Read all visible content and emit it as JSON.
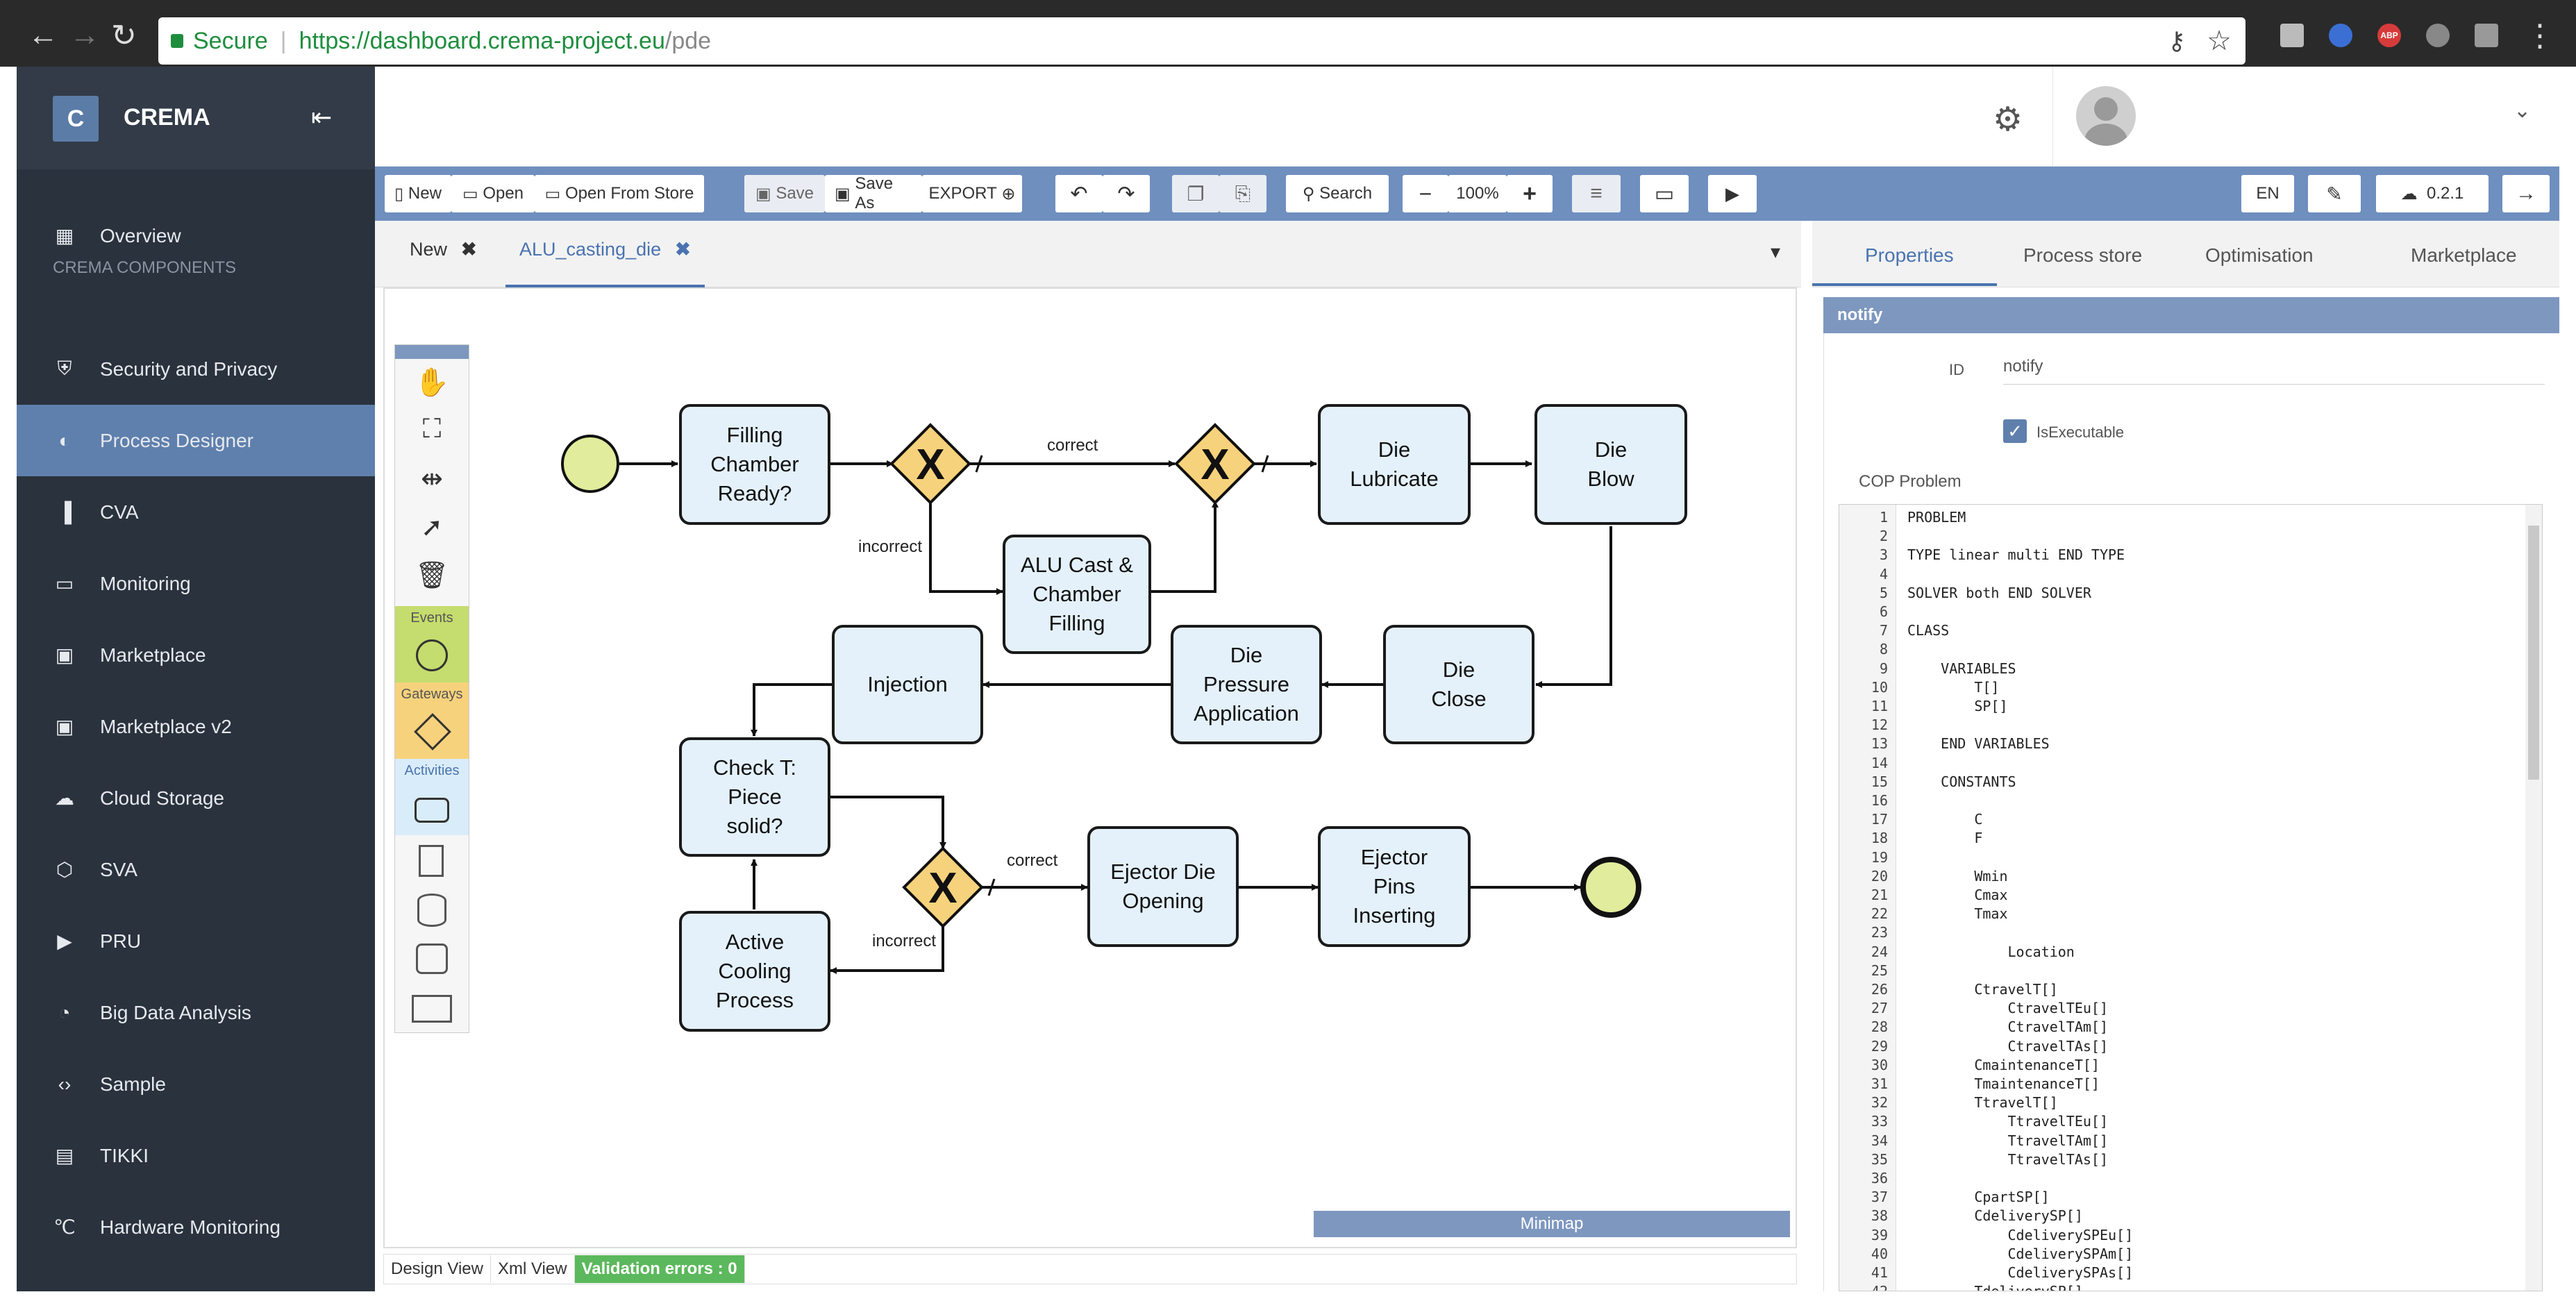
{
  "browser": {
    "secure_label": "Secure",
    "url_host": "https://dashboard.crema-project.eu",
    "url_path": "/pde",
    "back_glyph": "←",
    "forward_glyph": "→",
    "reload_glyph": "↻",
    "star_glyph": "☆",
    "menu_glyph": "⋮",
    "extension_icons": [
      "key-icon",
      "cast-icon",
      "ghostery-icon",
      "adblock-icon",
      "shield-ext-icon",
      "pdf-icon"
    ],
    "abp_label": "ABP"
  },
  "sidebar": {
    "logo_letter": "C",
    "app_name": "CREMA",
    "collapse_glyph": "⇤",
    "section_label": "CREMA COMPONENTS",
    "items": [
      {
        "label": "Overview",
        "icon": "dashboard-icon",
        "glyph": "▦"
      },
      {
        "label": "Security and Privacy",
        "icon": "shield-icon",
        "glyph": "⛨"
      },
      {
        "label": "Process Designer",
        "icon": "palette-icon",
        "glyph": "◐"
      },
      {
        "label": "CVA",
        "icon": "factory-icon",
        "glyph": "▐"
      },
      {
        "label": "Monitoring",
        "icon": "monitor-icon",
        "glyph": "▭"
      },
      {
        "label": "Marketplace",
        "icon": "bag-icon",
        "glyph": "▣"
      },
      {
        "label": "Marketplace v2",
        "icon": "bag-icon",
        "glyph": "▣"
      },
      {
        "label": "Cloud Storage",
        "icon": "cloud-icon",
        "glyph": "☁"
      },
      {
        "label": "SVA",
        "icon": "cube-icon",
        "glyph": "⬡"
      },
      {
        "label": "PRU",
        "icon": "play-icon",
        "glyph": "▶"
      },
      {
        "label": "Big Data Analysis",
        "icon": "chart-icon",
        "glyph": "◔"
      },
      {
        "label": "Sample",
        "icon": "code-icon",
        "glyph": "‹›"
      },
      {
        "label": "TIKKI",
        "icon": "chat-icon",
        "glyph": "▤"
      },
      {
        "label": "Hardware Monitoring",
        "icon": "thermometer-icon",
        "glyph": "℃"
      }
    ],
    "active_item": "Process Designer"
  },
  "header": {
    "settings_glyph": "⚙",
    "dropdown_glyph": "⌄"
  },
  "toolbar": {
    "new": "New",
    "open": "Open",
    "open_store": "Open From Store",
    "save": "Save",
    "save_as": "Save As",
    "export": "EXPORT",
    "undo": "↶",
    "redo": "↷",
    "copy": "❐",
    "paste": "⎘",
    "search": "Search",
    "zoom_out": "−",
    "zoom": "100%",
    "zoom_in": "+",
    "align": "≡",
    "present": "▭",
    "play": "▶",
    "lang": "EN",
    "brush": "✎",
    "version": "0.2.1",
    "logout": "→"
  },
  "tabs": [
    {
      "label": "New",
      "close": "✖"
    },
    {
      "label": "ALU_casting_die",
      "close": "✖"
    }
  ],
  "tabs_menu_glyph": "▾",
  "palette": {
    "tools": [
      "hand-tool-icon",
      "lasso-tool-icon",
      "space-tool-icon",
      "connect-tool-icon",
      "delete-icon"
    ],
    "events_label": "Events",
    "gateways_label": "Gateways",
    "activities_label": "Activities",
    "colors": {
      "events": "#c5dc6e",
      "gateways": "#f7d27c",
      "activities": "#d9ecf9"
    }
  },
  "diagram": {
    "tasks": {
      "filling": "Filling\nChamber\nReady?",
      "alu_cast": "ALU Cast &\nChamber\nFilling",
      "die_lubricate": "Die\nLubricate",
      "die_blow": "Die\nBlow",
      "die_close": "Die\nClose",
      "die_pressure": "Die\nPressure\nApplication",
      "injection": "Injection",
      "check_t": "Check T:\nPiece\nsolid?",
      "active_cooling": "Active\nCooling\nProcess",
      "ejector_die": "Ejector Die\nOpening",
      "ejector_pins": "Ejector\nPins\nInserting"
    },
    "labels": {
      "correct1": "correct",
      "incorrect1": "incorrect",
      "correct2": "correct",
      "incorrect2": "incorrect"
    },
    "gateway_glyph": "X",
    "colors": {
      "task_fill": "#e4f1fb",
      "gateway_fill": "#f7d27c",
      "event_fill": "#e1ec9c"
    }
  },
  "minimap_label": "Minimap",
  "statusbar": {
    "design_view": "Design View",
    "xml_view": "Xml View",
    "validation": "Validation errors : 0"
  },
  "right_panel": {
    "tabs": [
      "Properties",
      "Process store",
      "Optimisation",
      "Marketplace"
    ],
    "header": "notify",
    "id_label": "ID",
    "id_value": "notify",
    "executable_label": "IsExecutable",
    "executable_checked": true,
    "cop_label": "COP Problem",
    "code_lines": [
      "PROBLEM",
      "",
      "TYPE linear multi END TYPE",
      "",
      "SOLVER both END SOLVER",
      "",
      "CLASS",
      "",
      "    VARIABLES",
      "        T[]",
      "        SP[]",
      "",
      "    END VARIABLES",
      "",
      "    CONSTANTS",
      "",
      "        C",
      "        F",
      "",
      "        Wmin",
      "        Cmax",
      "        Tmax",
      "",
      "            Location",
      "",
      "        CtravelT[]",
      "            CtravelTEu[]",
      "            CtravelTAm[]",
      "            CtravelTAs[]",
      "        CmaintenanceT[]",
      "        TmaintenanceT[]",
      "        TtravelT[]",
      "            TtravelTEu[]",
      "            TtravelTAm[]",
      "            TtravelTAs[]",
      "",
      "        CpartSP[]",
      "        CdeliverySP[]",
      "            CdeliverySPEu[]",
      "            CdeliverySPAm[]",
      "            CdeliverySPAs[]",
      "        TdeliverySP[]"
    ]
  }
}
